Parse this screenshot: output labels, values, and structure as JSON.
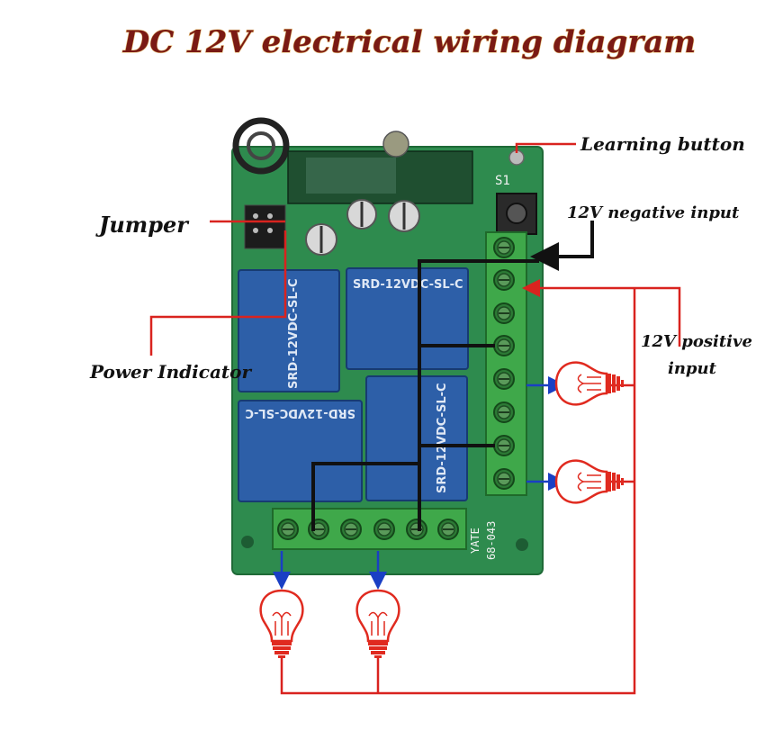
{
  "title": "DC 12V electrical wiring diagram",
  "labels": {
    "learning_button": "Learning button",
    "negative_input": "12V negative  input",
    "positive_input_line1": "12V positive",
    "positive_input_line2": "input",
    "jumper": "Jumper",
    "power_indicator": "Power Indicator"
  },
  "relays": [
    {
      "text": "SRD-12VDC-SL-C"
    },
    {
      "text": "SRD-12VDC-SL-C"
    },
    {
      "text": "SRD-12VDC-SL-C"
    },
    {
      "text": "SRD-12VDC-SL-C"
    }
  ],
  "pcb": {
    "button_marking": "S1",
    "board_marking_1": "YATE",
    "board_marking_2": "68-043"
  },
  "colors": {
    "title": "#7a1a14",
    "title_outline": "#e8c27a",
    "wire_positive": "#d9231f",
    "wire_negative": "#111111",
    "arrow_output": "#1a3fc4",
    "bulb": "#e02a1f",
    "pcb": "#2e8b4e",
    "relay": "#2d5fa8",
    "terminal": "#3fa84a"
  },
  "icons": [
    "bulb-icon",
    "relay-icon",
    "terminal-screw-icon",
    "capacitor-icon",
    "push-button-icon",
    "antenna-coil-icon"
  ]
}
